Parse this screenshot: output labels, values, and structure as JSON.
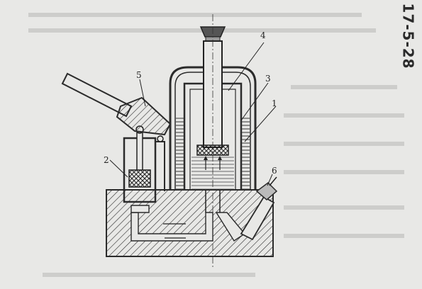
{
  "stamp": {
    "text": "17-5-28"
  },
  "labels": [
    "1",
    "2",
    "3",
    "4",
    "5",
    "6"
  ],
  "colors": {
    "ink": "#2b2b2b",
    "paper": "#e8e8e6",
    "oil": "#3a3a3a"
  }
}
